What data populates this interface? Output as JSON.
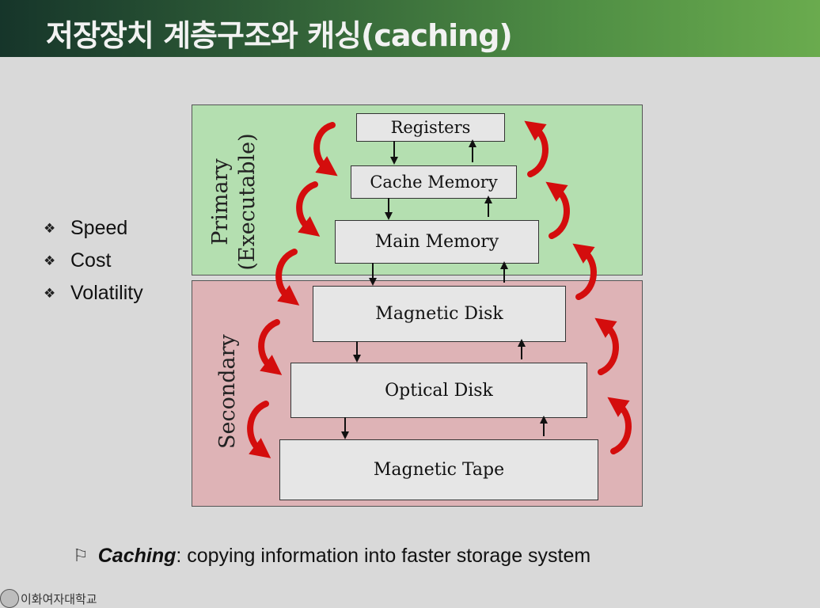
{
  "slide": {
    "title": "저장장치 계층구조와 캐싱(caching)"
  },
  "bullets": [
    {
      "mark": "❖",
      "text": "Speed"
    },
    {
      "mark": "❖",
      "text": "Cost"
    },
    {
      "mark": "❖",
      "text": "Volatility"
    }
  ],
  "diagram": {
    "primary_label_line1": "Primary",
    "primary_label_line2": "(Executable)",
    "secondary_label": "Secondary",
    "levels": [
      {
        "name": "Registers",
        "group": "primary"
      },
      {
        "name": "Cache Memory",
        "group": "primary"
      },
      {
        "name": "Main Memory",
        "group": "primary"
      },
      {
        "name": "Magnetic Disk",
        "group": "secondary"
      },
      {
        "name": "Optical Disk",
        "group": "secondary"
      },
      {
        "name": "Magnetic Tape",
        "group": "secondary"
      }
    ],
    "colors": {
      "primary_fill": "#b4dfb0",
      "secondary_fill": "#deb3b6",
      "curved_arrow": "#d40d0d",
      "box_fill": "#e6e6e6"
    }
  },
  "caption": {
    "flag_icon": "flag-icon",
    "term": "Caching",
    "rest": ": copying information into faster storage system"
  },
  "footer": {
    "institution": "이화여자대학교"
  }
}
